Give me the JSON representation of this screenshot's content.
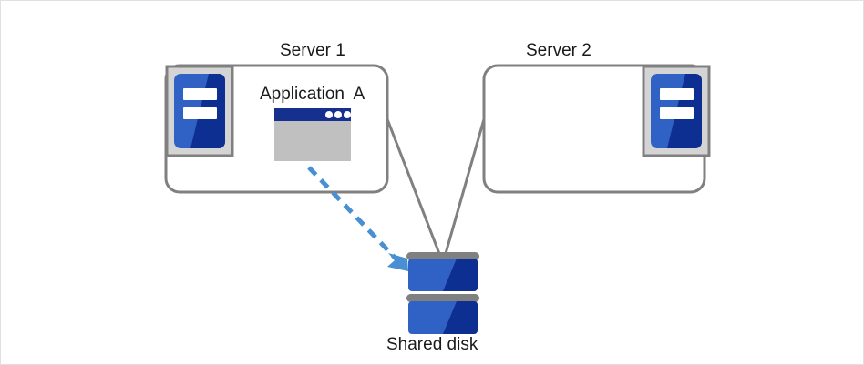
{
  "diagram": {
    "title": "Shared disk cluster with Application A on Server 1",
    "colors": {
      "frame_border": "#e0e0e0",
      "box_stroke": "#808080",
      "icon_frame_fill": "#d4d4d4",
      "icon_frame_stroke": "#808080",
      "server_blue_light": "#2f62c4",
      "server_blue_dark": "#0d2f91",
      "window_titlebar": "#15308f",
      "window_body": "#c0c0c0",
      "window_dot": "#ffffff",
      "disk_bar_gray": "#808080",
      "disk_blue_light": "#2f62c4",
      "disk_blue_dark": "#0d2f91",
      "arrow_blue": "#4a8fd2",
      "text": "#1a1a1a",
      "background": "#ffffff"
    },
    "nodes": {
      "server_1": {
        "label": "Server 1",
        "icon": "server-icon",
        "icon_position": "top-left"
      },
      "server_2": {
        "label": "Server 2",
        "icon": "server-icon",
        "icon_position": "top-right"
      },
      "application_a": {
        "label": "Application  A",
        "icon": "application-window-icon",
        "window_dots": 3,
        "host": "Server 1"
      },
      "shared_disk": {
        "label": "Shared disk",
        "icon": "disk-stack-icon",
        "platters": 2
      }
    },
    "connections": [
      {
        "name": "server-1-to-disk",
        "from": "Server 1",
        "to": "Shared disk",
        "style": "solid",
        "color": "#808080",
        "arrow": false
      },
      {
        "name": "server-2-to-disk",
        "from": "Server 2",
        "to": "Shared disk",
        "style": "solid",
        "color": "#808080",
        "arrow": false
      },
      {
        "name": "application-a-to-disk",
        "from": "Application  A",
        "to": "Shared disk",
        "style": "dashed",
        "color": "#4a8fd2",
        "arrow": true
      }
    ]
  }
}
